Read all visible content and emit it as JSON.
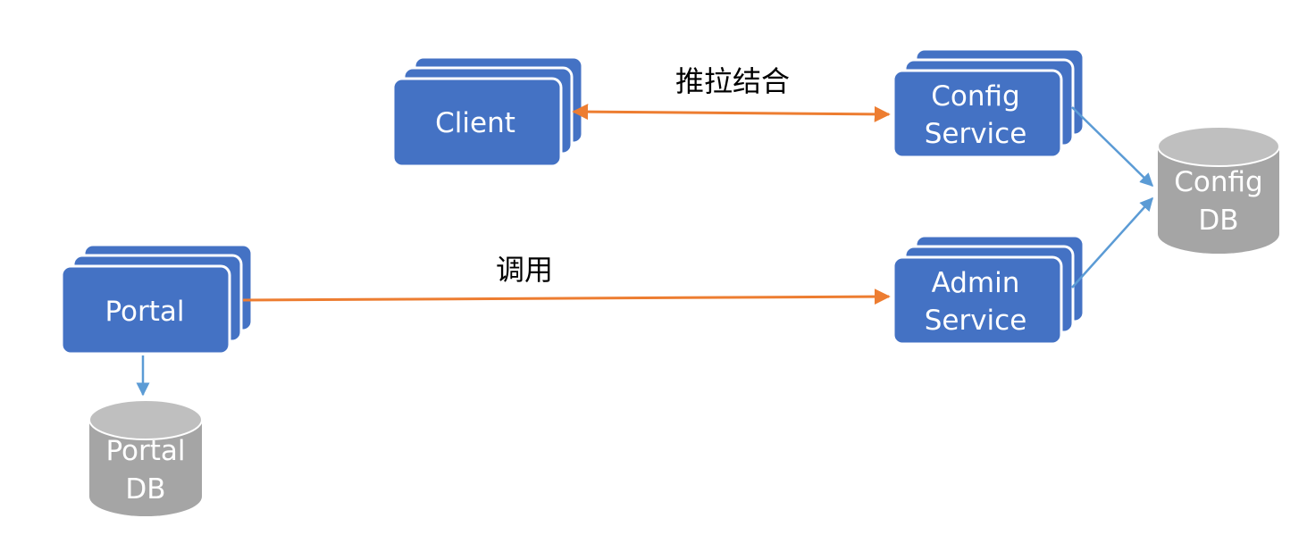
{
  "nodes": {
    "client": {
      "label": "Client"
    },
    "config_service": {
      "label_line1": "Config",
      "label_line2": "Service"
    },
    "admin_service": {
      "label_line1": "Admin",
      "label_line2": "Service"
    },
    "portal": {
      "label": "Portal"
    },
    "config_db": {
      "label_line1": "Config",
      "label_line2": "DB"
    },
    "portal_db": {
      "label_line1": "Portal",
      "label_line2": "DB"
    }
  },
  "edges": {
    "client_config_service": {
      "label": "推拉结合"
    },
    "portal_admin_service": {
      "label": "调用"
    }
  },
  "colors": {
    "box_fill": "#4472c4",
    "db_fill": "#a5a5a5",
    "db_top": "#bfbfbf",
    "orange_arrow": "#ed7d31",
    "blue_arrow": "#5b9bd5"
  }
}
